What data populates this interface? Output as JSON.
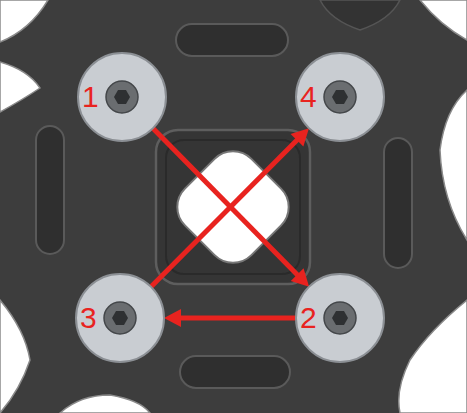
{
  "diagram": {
    "nodes": [
      {
        "text": [
          "1"
        ]
      },
      {
        "text": [
          "4"
        ]
      },
      {
        "text": [
          "3"
        ]
      },
      {
        "text": [
          "2"
        ]
      }
    ],
    "edges": [
      {
        "from": 0,
        "to": 3,
        "arrow": "to"
      },
      {
        "from": 3,
        "to": 2,
        "arrow": "to"
      },
      {
        "from": 2,
        "to": 1,
        "arrow": "to"
      }
    ]
  }
}
